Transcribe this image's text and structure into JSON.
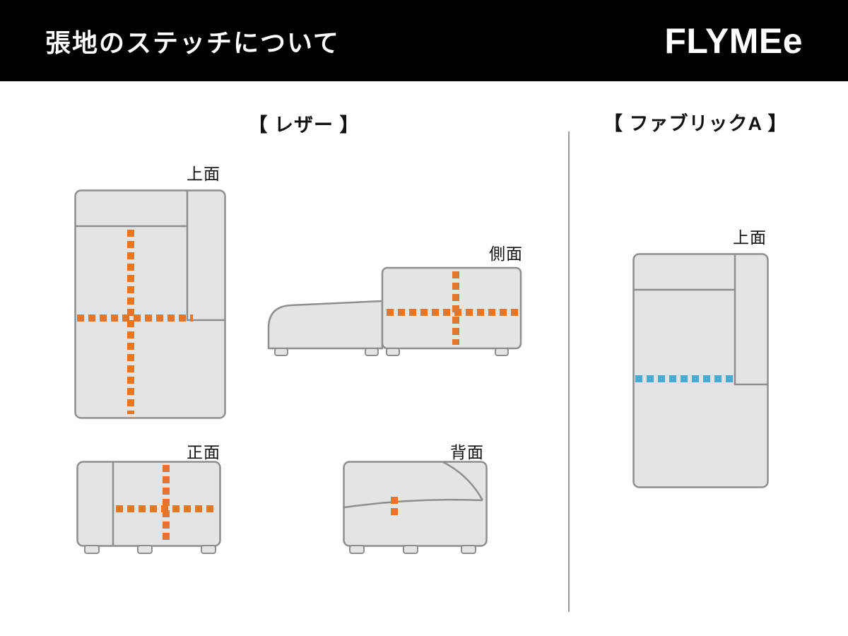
{
  "header": {
    "title": "張地のステッチについて",
    "logo": "FLYMEe"
  },
  "leather_section": {
    "heading": "【 レザー 】",
    "top_label": "上面",
    "side_label": "側面",
    "front_label": "正面",
    "back_label": "背面"
  },
  "fabric_section": {
    "heading": "【 ファブリックA 】",
    "top_label": "上面"
  },
  "colors": {
    "header_bg": "#000000",
    "leather_stitch": "#e4762c",
    "fabric_stitch": "#4aa7d6",
    "sofa_fill": "#e4e4e5",
    "sofa_outline": "#8e8e8e",
    "divider": "#9a9a9a",
    "text": "#111111"
  }
}
